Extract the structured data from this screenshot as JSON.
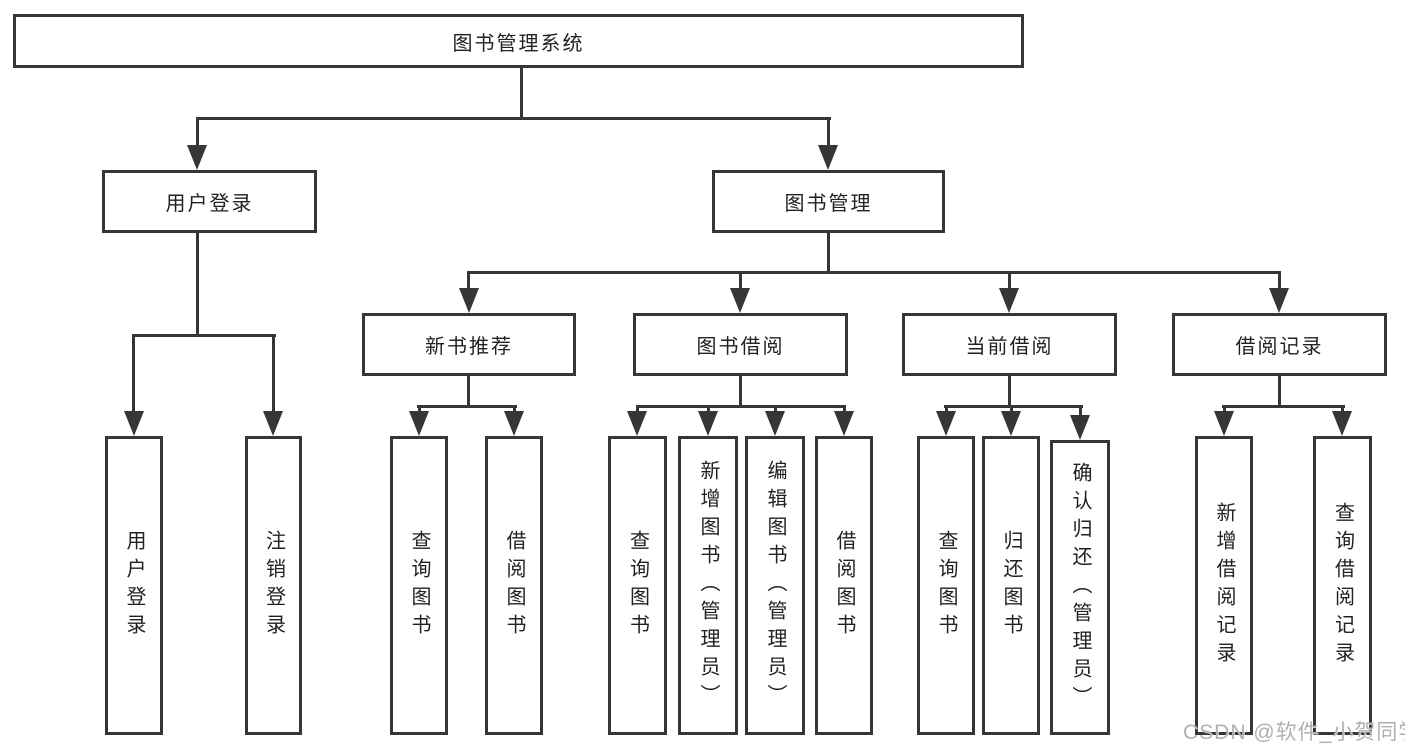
{
  "nodes": {
    "root": "图书管理系统",
    "user_login": "用户登录",
    "book_mgmt": "图书管理",
    "new_books": "新书推荐",
    "book_borrow": "图书借阅",
    "current_borrow": "当前借阅",
    "borrow_records": "借阅记录"
  },
  "leaves": {
    "user_login": [
      "用户登录",
      "注销登录"
    ],
    "new_books": [
      "查询图书",
      "借阅图书"
    ],
    "book_borrow": [
      "查询图书",
      "新增图书（管理员）",
      "编辑图书（管理员）",
      "借阅图书"
    ],
    "current_borrow": [
      "查询图书",
      "归还图书",
      "确认归还（管理员）"
    ],
    "borrow_records": [
      "新增借阅记录",
      "查询借阅记录"
    ]
  },
  "watermark": "CSDN @软件_小贺同学",
  "colors": {
    "line": "#363636",
    "text": "#222222",
    "watermark": "#b0b0b0",
    "background": "#ffffff"
  }
}
